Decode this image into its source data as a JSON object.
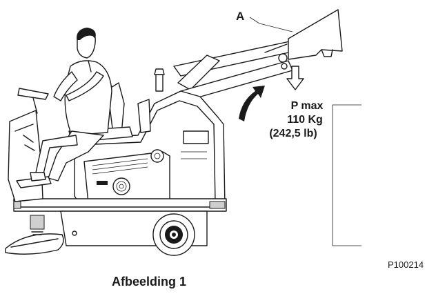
{
  "labels": {
    "callout_a": "A",
    "load_line1": "P max",
    "load_line2": "110 Kg",
    "load_line3": "(242,5 lb)",
    "figure_code": "P100214",
    "caption": "Afbeelding 1"
  },
  "colors": {
    "line": "#1a1a1a",
    "background": "#ffffff",
    "fill_grey": "#cfcfcf"
  },
  "icons": {
    "rotation_arrow": "curved-arrow-icon",
    "load_arrow": "down-arrow-icon"
  }
}
